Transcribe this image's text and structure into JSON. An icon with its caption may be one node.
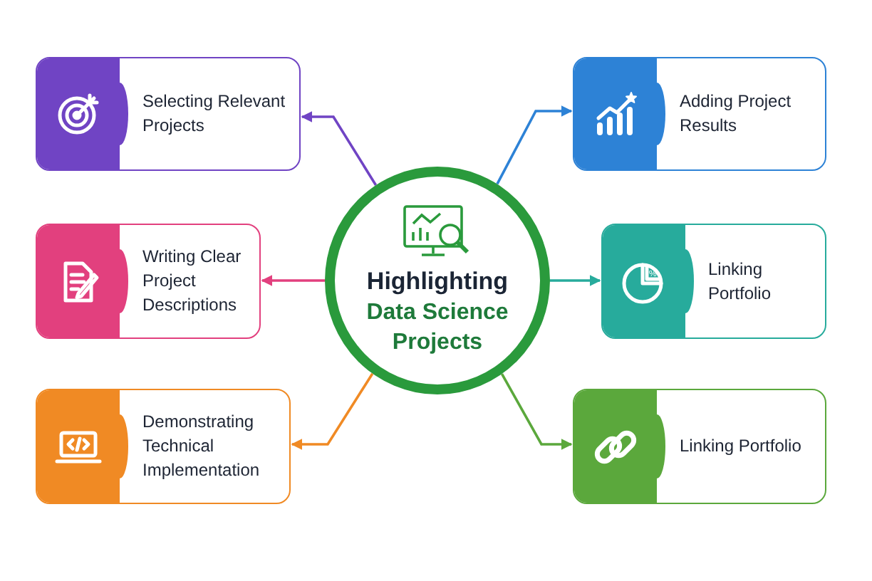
{
  "diagram": {
    "nodes": [
      {
        "text": [
          "Highlighting",
          "Data Science Projects"
        ]
      },
      {
        "text": [
          "Selecting Relevant Projects"
        ]
      },
      {
        "text": [
          "Writing Clear Project Descriptions"
        ]
      },
      {
        "text": [
          "Demonstrating Technical Implementation"
        ]
      },
      {
        "text": [
          "Adding Project Results"
        ]
      },
      {
        "text": [
          "Linking Portfolio"
        ]
      },
      {
        "text": [
          "Linking Portfolio"
        ]
      }
    ],
    "labels": [
      "%"
    ],
    "edges": [
      {
        "from": 0,
        "to": 1,
        "arrow": "to",
        "color": "#7044c4"
      },
      {
        "from": 0,
        "to": 2,
        "arrow": "to",
        "color": "#e2407e"
      },
      {
        "from": 0,
        "to": 3,
        "arrow": "to",
        "color": "#f08a24"
      },
      {
        "from": 0,
        "to": 4,
        "arrow": "to",
        "color": "#2d82d6"
      },
      {
        "from": 0,
        "to": 5,
        "arrow": "to",
        "color": "#27ab9c"
      },
      {
        "from": 0,
        "to": 6,
        "arrow": "to",
        "color": "#5ba83c"
      }
    ]
  }
}
